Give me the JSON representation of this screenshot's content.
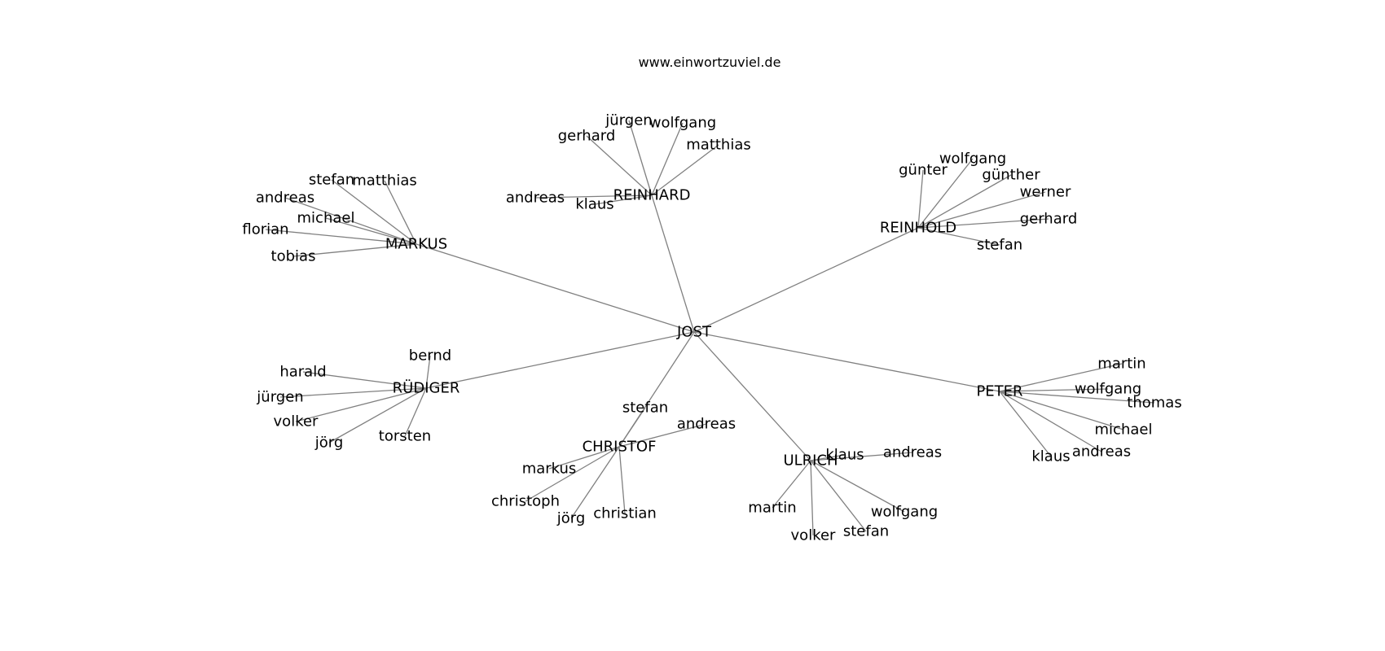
{
  "title": "www.einwortzuviel.de",
  "graph": {
    "root": "JOST",
    "hubs": [
      {
        "id": "REINHARD",
        "label": "REINHARD",
        "leaves": [
          "jürgen",
          "wolfgang",
          "gerhard",
          "matthias",
          "andreas",
          "klaus"
        ]
      },
      {
        "id": "MARKUS",
        "label": "MARKUS",
        "leaves": [
          "stefan",
          "matthias",
          "andreas",
          "michael",
          "florian",
          "tobias"
        ]
      },
      {
        "id": "REINHOLD",
        "label": "REINHOLD",
        "leaves": [
          "wolfgang",
          "günter",
          "günther",
          "werner",
          "gerhard",
          "stefan"
        ]
      },
      {
        "id": "RUEDIGER",
        "label": "RÜDIGER",
        "leaves": [
          "bernd",
          "harald",
          "jürgen",
          "volker",
          "jörg",
          "torsten"
        ]
      },
      {
        "id": "CHRISTOF",
        "label": "CHRISTOF",
        "leaves": [
          "stefan",
          "andreas",
          "markus",
          "christoph",
          "jörg",
          "christian"
        ]
      },
      {
        "id": "ULRICH",
        "label": "ULRICH",
        "leaves": [
          "klaus",
          "andreas",
          "martin",
          "wolfgang",
          "volker",
          "stefan"
        ]
      },
      {
        "id": "PETER",
        "label": "PETER",
        "leaves": [
          "martin",
          "wolfgang",
          "thomas",
          "michael",
          "klaus",
          "andreas"
        ]
      }
    ]
  }
}
